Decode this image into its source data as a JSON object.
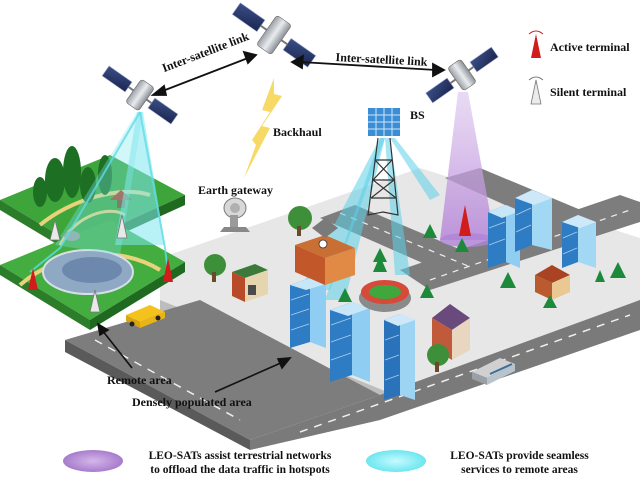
{
  "labels": {
    "isl_left": "Inter-satellite link",
    "isl_right": "Inter-satellite link",
    "backhaul": "Backhaul",
    "bs": "BS",
    "earth_gateway": "Earth gateway",
    "remote_area": "Remote area",
    "densely_populated": "Densely populated area"
  },
  "legend_top": {
    "active_terminal": "Active terminal",
    "silent_terminal": "Silent terminal"
  },
  "legend_bottom": {
    "purple_line1": "LEO-SATs assist terrestrial networks",
    "purple_line2": "to offload the data traffic in hotspots",
    "cyan_line1": "LEO-SATs provide seamless",
    "cyan_line2": "services to remote areas"
  },
  "colors": {
    "purple_beam": "#c9a6e0",
    "cyan_beam": "#7fe8ef",
    "active": "#d21b1b",
    "silent": "#e8e8e8",
    "road": "#7a7a7a",
    "grass": "#3aa23a",
    "backhaul": "#f6d24a"
  }
}
